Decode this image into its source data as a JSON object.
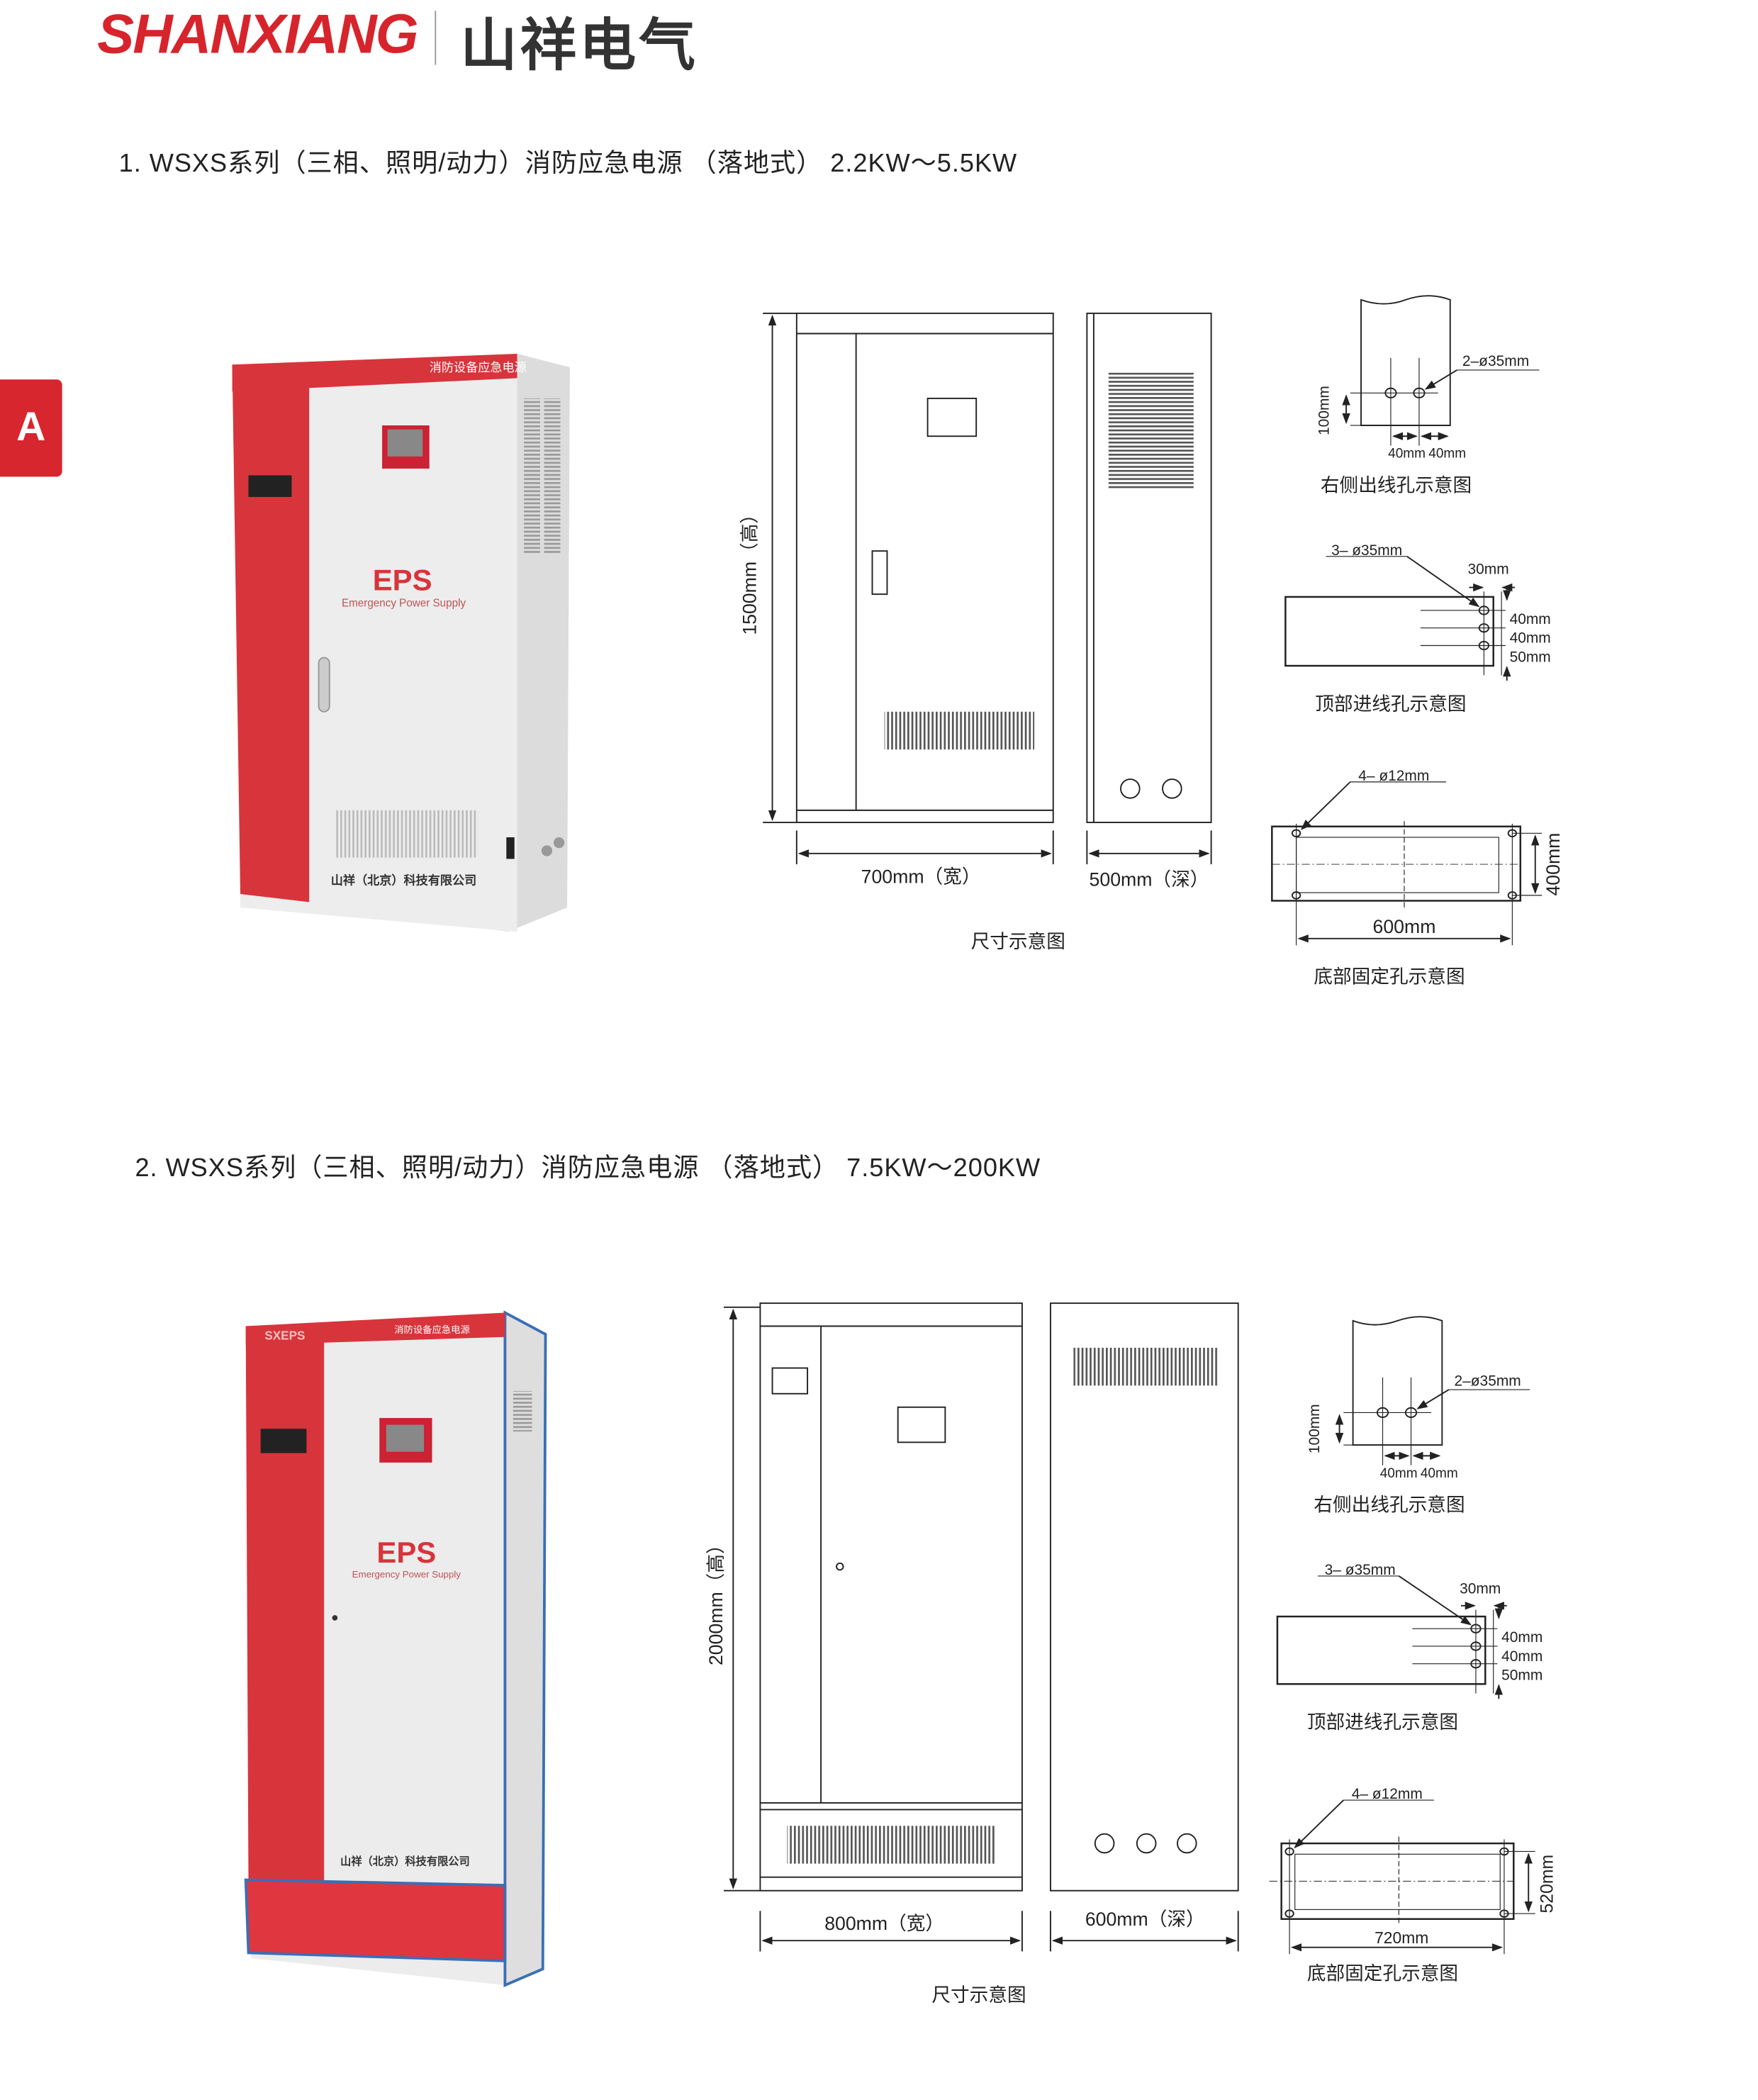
{
  "header": {
    "brand_en": "SHANXIANG",
    "brand_cn": "山祥电气"
  },
  "side_tab": {
    "label": "A"
  },
  "colors": {
    "brand_red": "#d7242c",
    "cabinet_red": "#d8343c",
    "cabinet_grey": "#e9e9e9"
  },
  "sections": [
    {
      "heading": "1. WSXS系列（三相、照明/动力）消防应急电源 （落地式） 2.2KW～5.5KW",
      "photo": {
        "top_label": "消防设备应急电源",
        "eps": "EPS",
        "eps_sub": "Emergency Power Supply",
        "company": "山祥（北京）科技有限公司"
      },
      "dimensions": {
        "height": "1500mm（高）",
        "width": "700mm（宽）",
        "depth": "500mm（深）",
        "caption": "尺寸示意图"
      },
      "side_outlet": {
        "holes": "2–ø35mm",
        "offset": "100mm",
        "spacing1": "40mm",
        "spacing2": "40mm",
        "caption": "右侧出线孔示意图"
      },
      "top_inlet": {
        "holes": "3– ø35mm",
        "edge": "30mm",
        "s1": "40mm",
        "s2": "40mm",
        "s3": "50mm",
        "caption": "顶部进线孔示意图"
      },
      "base": {
        "holes": "4– ø12mm",
        "width": "600mm",
        "depth": "400mm",
        "caption": "底部固定孔示意图"
      }
    },
    {
      "heading": "2. WSXS系列（三相、照明/动力）消防应急电源 （落地式） 7.5KW～200KW",
      "photo": {
        "brand": "SXEPS",
        "top_label": "消防设备应急电源",
        "eps": "EPS",
        "eps_sub": "Emergency Power Supply",
        "company": "山祥（北京）科技有限公司"
      },
      "dimensions": {
        "height": "2000mm（高）",
        "width": "800mm（宽）",
        "depth": "600mm（深）",
        "caption": "尺寸示意图"
      },
      "side_outlet": {
        "holes": "2–ø35mm",
        "offset": "100mm",
        "spacing1": "40mm",
        "spacing2": "40mm",
        "caption": "右侧出线孔示意图"
      },
      "top_inlet": {
        "holes": "3– ø35mm",
        "edge": "30mm",
        "s1": "40mm",
        "s2": "40mm",
        "s3": "50mm",
        "caption": "顶部进线孔示意图"
      },
      "base": {
        "holes": "4– ø12mm",
        "width": "720mm",
        "depth": "520mm",
        "caption": "底部固定孔示意图"
      }
    }
  ]
}
